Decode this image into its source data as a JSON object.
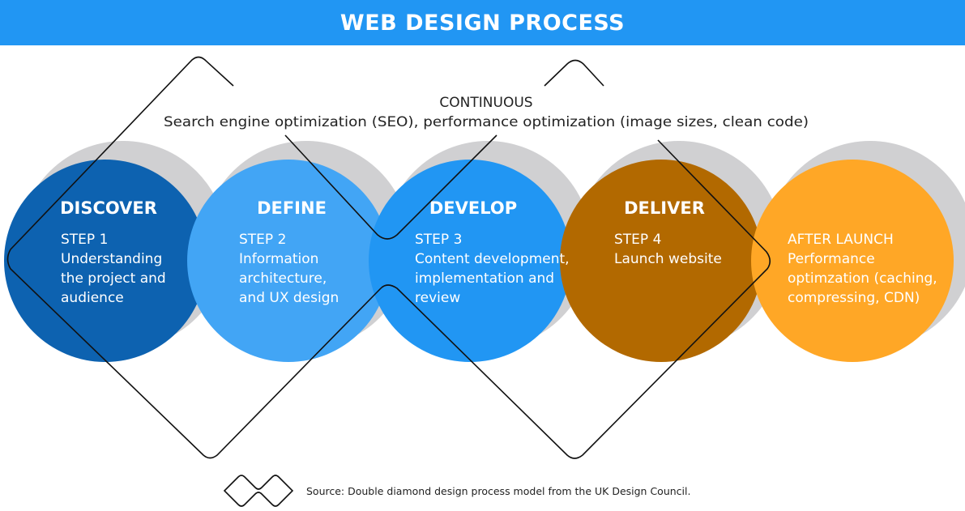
{
  "title": "WEB DESIGN PROCESS",
  "continuous": {
    "heading": "CONTINUOUS",
    "text": "Search engine optimization (SEO), performance optimization (image sizes, clean code)"
  },
  "stages": [
    {
      "title": "DISCOVER",
      "lines": [
        "STEP 1",
        "Understanding",
        "the project and",
        "audience"
      ],
      "color": "#0d62b0"
    },
    {
      "title": "DEFINE",
      "lines": [
        "STEP 2",
        "Information",
        "architecture,",
        "and UX design"
      ],
      "color": "#42a5f5"
    },
    {
      "title": "DEVELOP",
      "lines": [
        "STEP 3",
        "Content development,",
        "implementation and",
        "review"
      ],
      "color": "#2196f3"
    },
    {
      "title": "DELIVER",
      "lines": [
        "STEP 4",
        "Launch website"
      ],
      "color": "#b26900"
    },
    {
      "title": "",
      "lines": [
        "AFTER LAUNCH",
        "Performance",
        "optimzation (caching,",
        "compressing, CDN)"
      ],
      "color": "#ffa726"
    }
  ],
  "colors": {
    "title_bar": "#2196f3",
    "shadow": "#d0d0d2",
    "diamond_stroke": "#111111"
  },
  "source": {
    "text": "Source: Double diamond design process model from the UK Design Council.",
    "icon": "double-diamond-icon"
  }
}
